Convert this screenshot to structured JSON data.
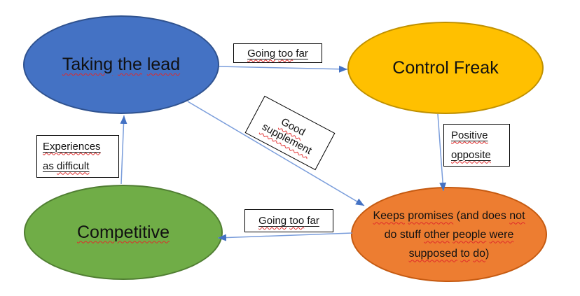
{
  "diagram": {
    "nodes": {
      "taking_the_lead": {
        "label": "Taking the lead",
        "fill": "#4472C4",
        "border": "#2F528F",
        "runs": [
          {
            "t": "Taking",
            "w": true
          },
          {
            "t": " ",
            "w": false
          },
          {
            "t": "the",
            "w": true
          },
          {
            "t": " ",
            "w": false
          },
          {
            "t": "lead",
            "w": true
          }
        ]
      },
      "control_freak": {
        "label": "Control Freak",
        "fill": "#FFC000",
        "border": "#BF9000",
        "runs": [
          {
            "t": "Control Freak",
            "w": false
          }
        ]
      },
      "competitive": {
        "label": "Competitive",
        "fill": "#70AD47",
        "border": "#507E32",
        "runs": [
          {
            "t": "Competitive",
            "w": true
          }
        ]
      },
      "keeps_promises": {
        "label": "Keeps promises (and does not do stuff other people were supposed to do)",
        "fill": "#ED7D31",
        "border": "#C55A11",
        "runs": [
          {
            "t": "Keeps",
            "w": true
          },
          {
            "t": " ",
            "w": false
          },
          {
            "t": "promises",
            "w": true
          },
          {
            "t": " (and does ",
            "w": false
          },
          {
            "t": "not",
            "w": true
          },
          {
            "t": "\n",
            "w": false
          },
          {
            "t": "do stuff ",
            "w": false
          },
          {
            "t": "other",
            "w": true
          },
          {
            "t": " ",
            "w": false
          },
          {
            "t": "people",
            "w": true
          },
          {
            "t": " ",
            "w": false
          },
          {
            "t": "were",
            "w": true
          },
          {
            "t": "\n",
            "w": false
          },
          {
            "t": "supposed",
            "w": true
          },
          {
            "t": " ",
            "w": false
          },
          {
            "t": "to",
            "w": true
          },
          {
            "t": " ",
            "w": false
          },
          {
            "t": "do",
            "w": true
          },
          {
            "t": ")",
            "w": false
          }
        ]
      }
    },
    "edge_labels": {
      "going_too_far_top": {
        "label": "Going too far",
        "runs": [
          {
            "t": "Going",
            "w": true
          },
          {
            "t": " ",
            "w": false
          },
          {
            "t": "too",
            "w": true
          },
          {
            "t": " far",
            "w": false
          }
        ]
      },
      "good_supplement": {
        "label": "Good supplement",
        "runs": [
          {
            "t": "Good",
            "w": true
          },
          {
            "t": "\n",
            "w": false
          },
          {
            "t": "supplement",
            "w": true
          }
        ]
      },
      "positive_opposite": {
        "label": "Positive opposite",
        "runs": [
          {
            "t": "Positive",
            "w": true
          },
          {
            "t": "\n",
            "w": false
          },
          {
            "t": "opposite",
            "w": true
          }
        ]
      },
      "experiences_as_difficult": {
        "label": "Experiences as difficult",
        "runs": [
          {
            "t": "Experiences",
            "w": true
          },
          {
            "t": "\n",
            "w": false
          },
          {
            "t": "as ",
            "w": false
          },
          {
            "t": "difficult",
            "w": true
          }
        ]
      },
      "going_too_far_bottom": {
        "label": "Going too far",
        "runs": [
          {
            "t": "Going",
            "w": true
          },
          {
            "t": " ",
            "w": false
          },
          {
            "t": "too",
            "w": true
          },
          {
            "t": " far",
            "w": false
          }
        ]
      }
    },
    "connectors": [
      {
        "from": "Taking the lead",
        "to": "Control Freak",
        "label": "Going too far"
      },
      {
        "from": "Taking the lead",
        "to": "Keeps promises (and does not do stuff other people were supposed to do)",
        "label": "Good supplement"
      },
      {
        "from": "Control Freak",
        "to": "Keeps promises (and does not do stuff other people were supposed to do)",
        "label": "Positive opposite"
      },
      {
        "from": "Keeps promises (and does not do stuff other people were supposed to do)",
        "to": "Competitive",
        "label": "Going too far"
      },
      {
        "from": "Competitive",
        "to": "Taking the lead",
        "label": "Experiences as difficult"
      }
    ],
    "colors": {
      "arrow_line": "#7a9ddb",
      "arrow_head": "#4472C4",
      "misspell_squiggle": "#e02a2a",
      "label_box_fill": "#ffffff",
      "label_box_border": "#000000",
      "background": "#ffffff"
    }
  }
}
